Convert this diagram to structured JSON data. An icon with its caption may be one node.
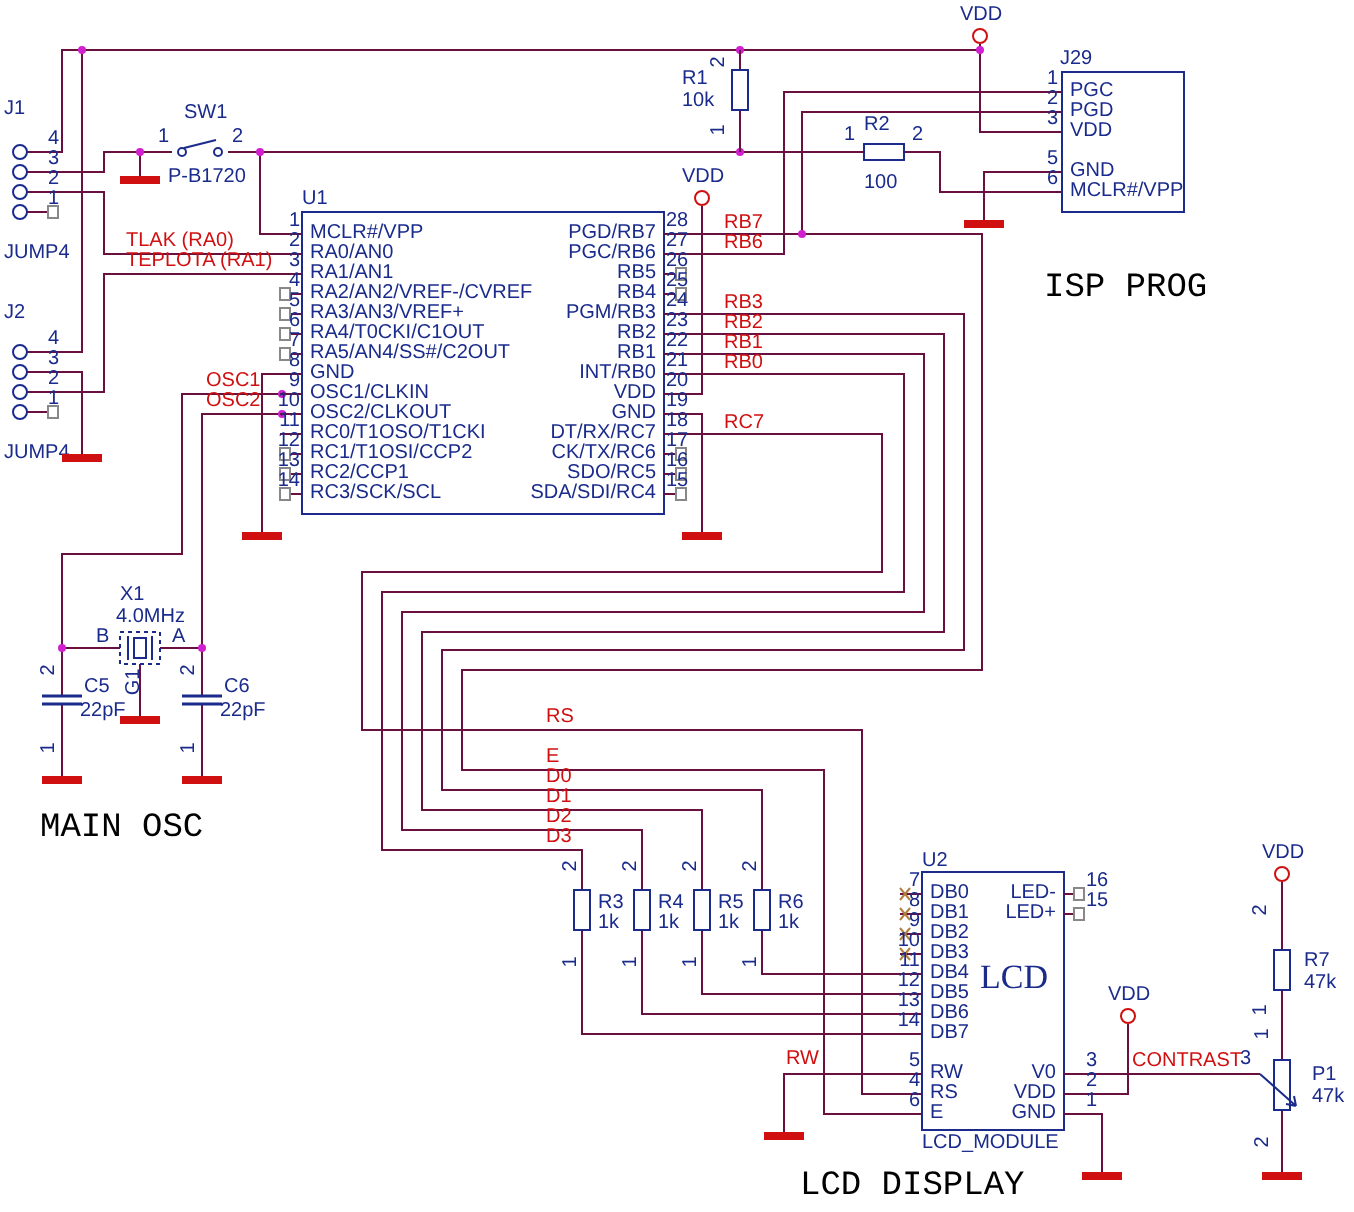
{
  "diagram": {
    "nodes": [
      {
        "text": [
          "J1",
          "JUMP4",
          "4",
          "3",
          "2",
          "1"
        ]
      },
      {
        "text": [
          "VDD"
        ]
      },
      {
        "text": [
          "R1",
          "10k",
          "2",
          "1"
        ]
      },
      {
        "text": [
          "J29",
          "PGC",
          "PGD",
          "VDD",
          "GND",
          "MCLR#/VPP",
          "1",
          "2",
          "3",
          "5",
          "6"
        ]
      },
      {
        "text": [
          "SW1",
          "P-B1720",
          "1",
          "2"
        ]
      },
      {
        "text": [],
        "shape": "bar"
      },
      {
        "text": [
          "R2",
          "100",
          "1",
          "2"
        ]
      },
      {
        "text": [
          "U1",
          "MCLR#/VPP",
          "RA0/AN0",
          "RA1/AN1",
          "RA2/AN2/VREF-/CVREF",
          "RA3/AN3/VREF+",
          "RA4/T0CKI/C1OUT",
          "RA5/AN4/SS#/C2OUT",
          "GND",
          "OSC1/CLKIN",
          "OSC2/CLKOUT",
          "RC0/T1OSO/T1CKI",
          "RC1/T1OSI/CCP2",
          "RC2/CCP1",
          "RC3/SCK/SCL",
          "PGD/RB7",
          "PGC/RB6",
          "RB5",
          "RB4",
          "PGM/RB3",
          "RB2",
          "RB1",
          "INT/RB0",
          "VDD",
          "GND",
          "DT/RX/RC7",
          "CK/TX/RC6",
          "SDO/RC5",
          "SDA/SDI/RC4",
          "1",
          "2",
          "3",
          "4",
          "5",
          "6",
          "7",
          "8",
          "9",
          "10",
          "11",
          "12",
          "13",
          "14",
          "28",
          "27",
          "26",
          "25",
          "24",
          "23",
          "22",
          "21",
          "20",
          "19",
          "18",
          "17",
          "16",
          "15"
        ]
      },
      {
        "text": [
          "VDD"
        ]
      },
      {
        "text": [
          "J2",
          "JUMP4",
          "4",
          "3",
          "2",
          "1"
        ]
      },
      {
        "text": [],
        "shape": "bar"
      },
      {
        "text": [],
        "shape": "bar"
      },
      {
        "text": [],
        "shape": "bar"
      },
      {
        "text": [],
        "shape": "bar"
      },
      {
        "text": [
          "X1",
          "4.0MHz",
          "B",
          "A",
          "G1"
        ]
      },
      {
        "text": [
          "C5",
          "22pF",
          "2",
          "1"
        ]
      },
      {
        "text": [
          "C6",
          "22pF",
          "2",
          "1"
        ]
      },
      {
        "text": [],
        "shape": "bar"
      },
      {
        "text": [],
        "shape": "bar"
      },
      {
        "text": [],
        "shape": "bar"
      },
      {
        "text": [
          "R3",
          "1k",
          "2",
          "1"
        ]
      },
      {
        "text": [
          "R4",
          "1k",
          "2",
          "1"
        ]
      },
      {
        "text": [
          "R5",
          "1k",
          "2",
          "1"
        ]
      },
      {
        "text": [
          "R6",
          "1k",
          "2",
          "1"
        ]
      },
      {
        "text": [
          "U2",
          "DB0",
          "DB1",
          "DB2",
          "DB3",
          "DB4",
          "DB5",
          "DB6",
          "DB7",
          "LED-",
          "LED+",
          "LCD",
          "RW",
          "RS",
          "E",
          "V0",
          "VDD",
          "GND",
          "LCD_MODULE",
          "7",
          "8",
          "9",
          "10",
          "11",
          "12",
          "13",
          "14",
          "5",
          "4",
          "6",
          "16",
          "15",
          "3",
          "2",
          "1"
        ]
      },
      {
        "text": [
          "VDD"
        ]
      },
      {
        "text": [
          "VDD"
        ]
      },
      {
        "text": [
          "R7",
          "47k",
          "2",
          "1"
        ]
      },
      {
        "text": [
          "P1",
          "47k",
          "1",
          "3",
          "2"
        ]
      },
      {
        "text": [],
        "shape": "bar"
      },
      {
        "text": [],
        "shape": "bar"
      },
      {
        "text": [],
        "shape": "bar"
      }
    ],
    "edges": [
      {
        "from": 0,
        "to": 1,
        "arrow": "none"
      },
      {
        "from": 9,
        "to": 1,
        "arrow": "none"
      },
      {
        "from": 9,
        "to": 10,
        "arrow": "none"
      },
      {
        "from": 2,
        "to": 1,
        "arrow": "none"
      },
      {
        "from": 3,
        "to": 1,
        "arrow": "none"
      },
      {
        "from": 0,
        "to": 4,
        "arrow": "none"
      },
      {
        "from": 4,
        "to": 5,
        "arrow": "none"
      },
      {
        "from": 4,
        "to": 7,
        "arrow": "none"
      },
      {
        "from": 4,
        "to": 2,
        "arrow": "none"
      },
      {
        "from": 2,
        "to": 6,
        "arrow": "none"
      },
      {
        "from": 6,
        "to": 3,
        "arrow": "none"
      },
      {
        "from": 3,
        "to": 13,
        "arrow": "none"
      },
      {
        "from": 7,
        "to": 3,
        "arrow": "none",
        "label": "RB6"
      },
      {
        "from": 7,
        "to": 3,
        "arrow": "none",
        "label": "RB7"
      },
      {
        "from": 7,
        "to": 24,
        "arrow": "none",
        "label": "RC7"
      },
      {
        "from": 7,
        "to": 20,
        "arrow": "none",
        "label": "RB0"
      },
      {
        "from": 7,
        "to": 21,
        "arrow": "none",
        "label": "RB1"
      },
      {
        "from": 7,
        "to": 22,
        "arrow": "none",
        "label": "RB2"
      },
      {
        "from": 7,
        "to": 23,
        "arrow": "none",
        "label": "RB3"
      },
      {
        "from": 7,
        "to": 24,
        "arrow": "none",
        "label": "E"
      },
      {
        "from": 20,
        "to": 24,
        "arrow": "none"
      },
      {
        "from": 21,
        "to": 24,
        "arrow": "none"
      },
      {
        "from": 22,
        "to": 24,
        "arrow": "none"
      },
      {
        "from": 23,
        "to": 24,
        "arrow": "none"
      },
      {
        "from": 24,
        "to": 29,
        "arrow": "none",
        "label": "RW"
      },
      {
        "from": 24,
        "to": 25,
        "arrow": "none"
      },
      {
        "from": 24,
        "to": 30,
        "arrow": "none"
      },
      {
        "from": 24,
        "to": 28,
        "arrow": "none",
        "label": "CONTRAST"
      },
      {
        "from": 26,
        "to": 27,
        "arrow": "none"
      },
      {
        "from": 27,
        "to": 28,
        "arrow": "none"
      },
      {
        "from": 28,
        "to": 31,
        "arrow": "none"
      },
      {
        "from": 0,
        "to": 7,
        "arrow": "none",
        "label": "TLAK (RA0)"
      },
      {
        "from": 9,
        "to": 7,
        "arrow": "none",
        "label": "TEPLOTA (RA1)"
      },
      {
        "from": 7,
        "to": 11,
        "arrow": "none"
      },
      {
        "from": 7,
        "to": 15,
        "arrow": "none",
        "label": "OSC1"
      },
      {
        "from": 14,
        "to": 15,
        "arrow": "none"
      },
      {
        "from": 7,
        "to": 16,
        "arrow": "none",
        "label": "OSC2"
      },
      {
        "from": 14,
        "to": 16,
        "arrow": "none"
      },
      {
        "from": 14,
        "to": 17,
        "arrow": "none"
      },
      {
        "from": 15,
        "to": 18,
        "arrow": "none"
      },
      {
        "from": 16,
        "to": 19,
        "arrow": "none"
      },
      {
        "from": 7,
        "to": 8,
        "arrow": "none"
      },
      {
        "from": 7,
        "to": 12,
        "arrow": "none"
      }
    ],
    "labels": [
      "ISP PROG",
      "RS",
      "D0",
      "D1",
      "D2",
      "D3",
      "MAIN OSC",
      "LCD DISPLAY"
    ]
  }
}
